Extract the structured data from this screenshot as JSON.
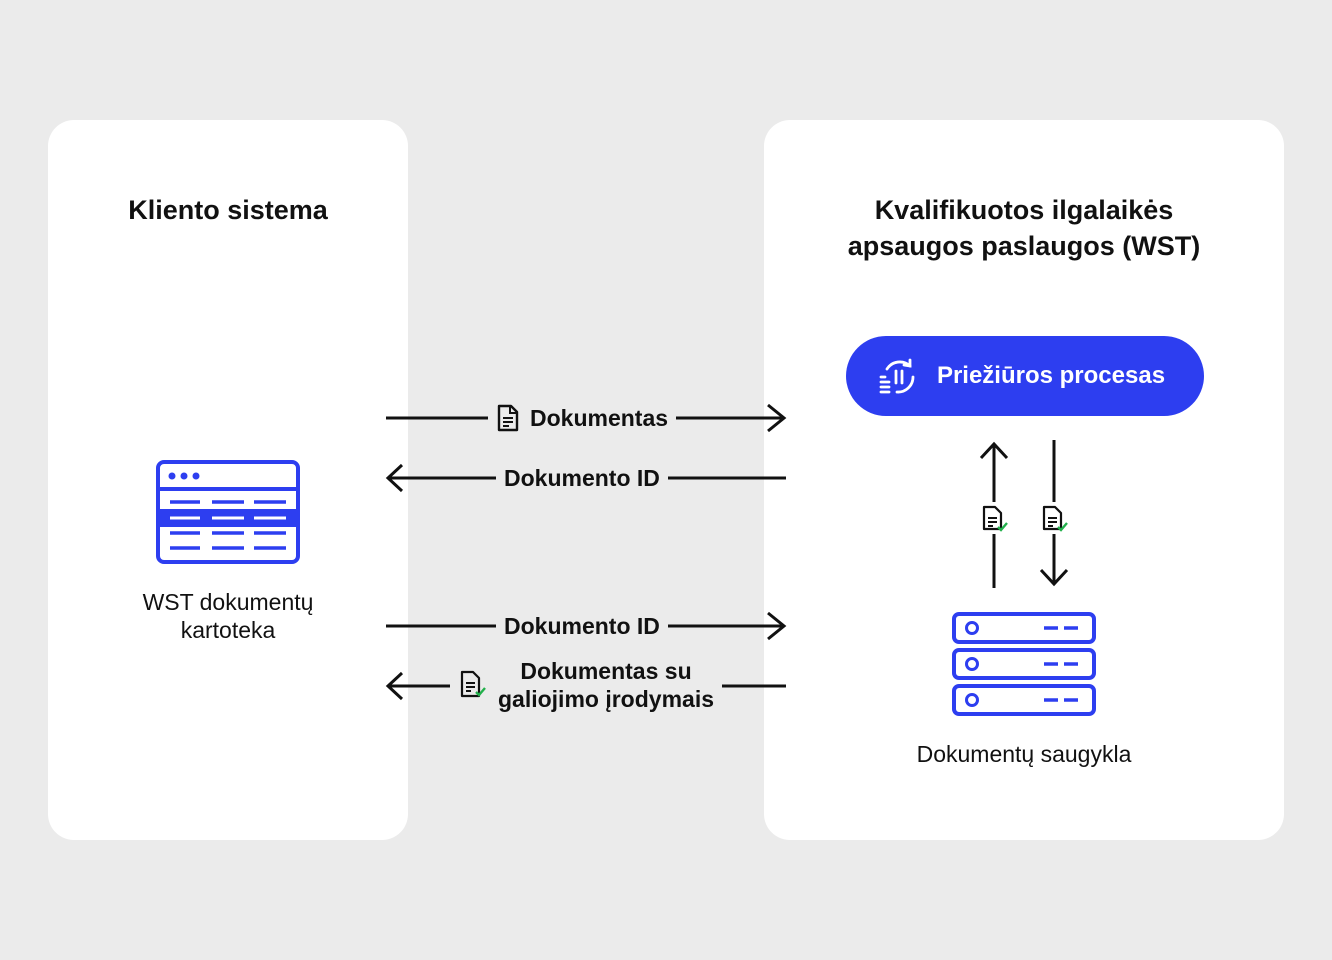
{
  "client_system": {
    "title": "Kliento sistema",
    "card_caption_line1": "WST dokumentų",
    "card_caption_line2": "kartoteka"
  },
  "wst_service": {
    "title_line1": "Kvalifikuotos ilgalaikės",
    "title_line2": "apsaugos paslaugos (WST)",
    "maintenance_label": "Priežiūros procesas",
    "storage_caption": "Dokumentų saugykla"
  },
  "flows": {
    "document_out": "Dokumentas",
    "document_id_in": "Dokumento ID",
    "document_id_out": "Dokumento ID",
    "evidence_line1": "Dokumentas su",
    "evidence_line2": "galiojimo įrodymais"
  },
  "colors": {
    "accent": "#2d3ef0",
    "check": "#22b04b",
    "background": "#ebebeb",
    "panel": "#ffffff"
  },
  "icons": [
    "card-catalog-icon",
    "document-icon",
    "verified-document-icon",
    "maintenance-cycle-icon",
    "server-storage-icon"
  ]
}
